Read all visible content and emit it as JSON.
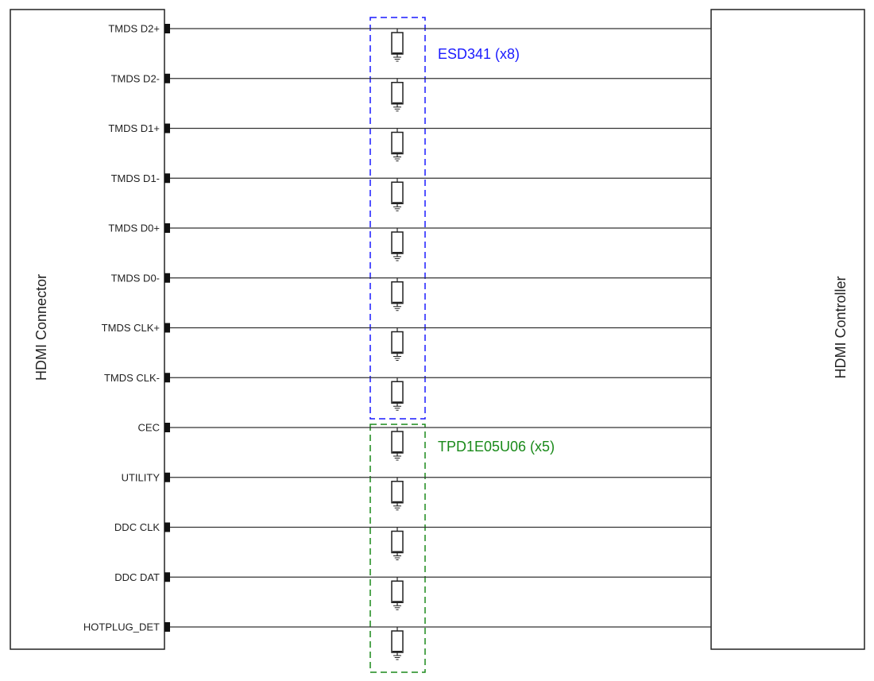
{
  "connector": {
    "label": "HDMI Connector"
  },
  "controller": {
    "label": "HDMI Controller"
  },
  "esd_group": {
    "label": "ESD341 (x8)",
    "color": "#1a1aff"
  },
  "tpd_group": {
    "label": "TPD1E05U06 (x5)",
    "color": "#1a8a1a"
  },
  "signals": [
    {
      "name": "TMDS D2+",
      "group": "esd"
    },
    {
      "name": "TMDS D2-",
      "group": "esd"
    },
    {
      "name": "TMDS D1+",
      "group": "esd"
    },
    {
      "name": "TMDS D1-",
      "group": "esd"
    },
    {
      "name": "TMDS D0+",
      "group": "esd"
    },
    {
      "name": "TMDS D0-",
      "group": "esd"
    },
    {
      "name": "TMDS CLK+",
      "group": "esd"
    },
    {
      "name": "TMDS CLK-",
      "group": "esd"
    },
    {
      "name": "CEC",
      "group": "tpd"
    },
    {
      "name": "UTILITY",
      "group": "tpd"
    },
    {
      "name": "DDC CLK",
      "group": "tpd"
    },
    {
      "name": "DDC DAT",
      "group": "tpd"
    },
    {
      "name": "HOTPLUG_DET",
      "group": "tpd"
    }
  ]
}
